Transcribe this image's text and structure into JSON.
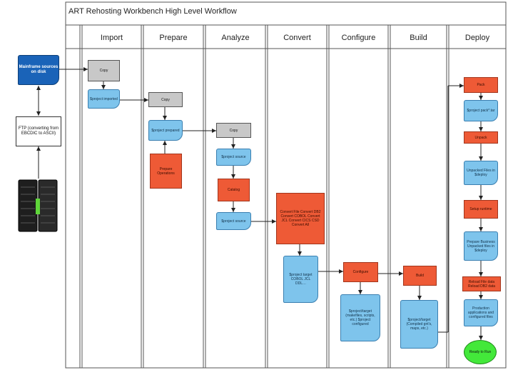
{
  "title": "ART Rehosting Workbench High Level Workflow",
  "lanes": [
    "Import",
    "Prepare",
    "Analyze",
    "Convert",
    "Configure",
    "Build",
    "Deploy"
  ],
  "left": {
    "sources": "Mainframe sources on disk",
    "ftp": "FTP (converting from EBCDIC to ASCII)"
  },
  "import": {
    "copy": "Copy",
    "imported": "$project imported"
  },
  "prepare": {
    "copy": "Copy",
    "prepared": "$project prepared",
    "ops": "Prepare Operations"
  },
  "analyze": {
    "copy": "Copy",
    "source1": "$project source",
    "catalog": "Catalog",
    "source2": "$project source"
  },
  "convert": {
    "ops": "Convert File Convert DB2 Convert COBOL Convert JCL Convert CICS CSD Convert All",
    "target": "$project target COBOL JCL DDL…"
  },
  "configure": {
    "op": "Configure",
    "out": "$project/target (makefiles, scripts, etc.) $project configured"
  },
  "build": {
    "op": "Build",
    "out": "$project/target (Compiled gnt's, maps, etc.)"
  },
  "deploy": {
    "pack": "Pack",
    "packtar": "$project pack*.tar",
    "unpack": "Unpack",
    "unpacked": "Unpacked Files in $deploy",
    "setup": "Setup runtime",
    "business": "Prepare Business Unpacked files in $deploy",
    "reload": "Reload File data Reload DB2 data",
    "apps": "Production applications and configured files",
    "ready": "Ready to Run"
  },
  "colors": {
    "orange": "#ee5a36",
    "blue": "#7ec4ec",
    "gray": "#c8c8c8",
    "source": "#1a63b8",
    "ready": "#43e83a"
  }
}
